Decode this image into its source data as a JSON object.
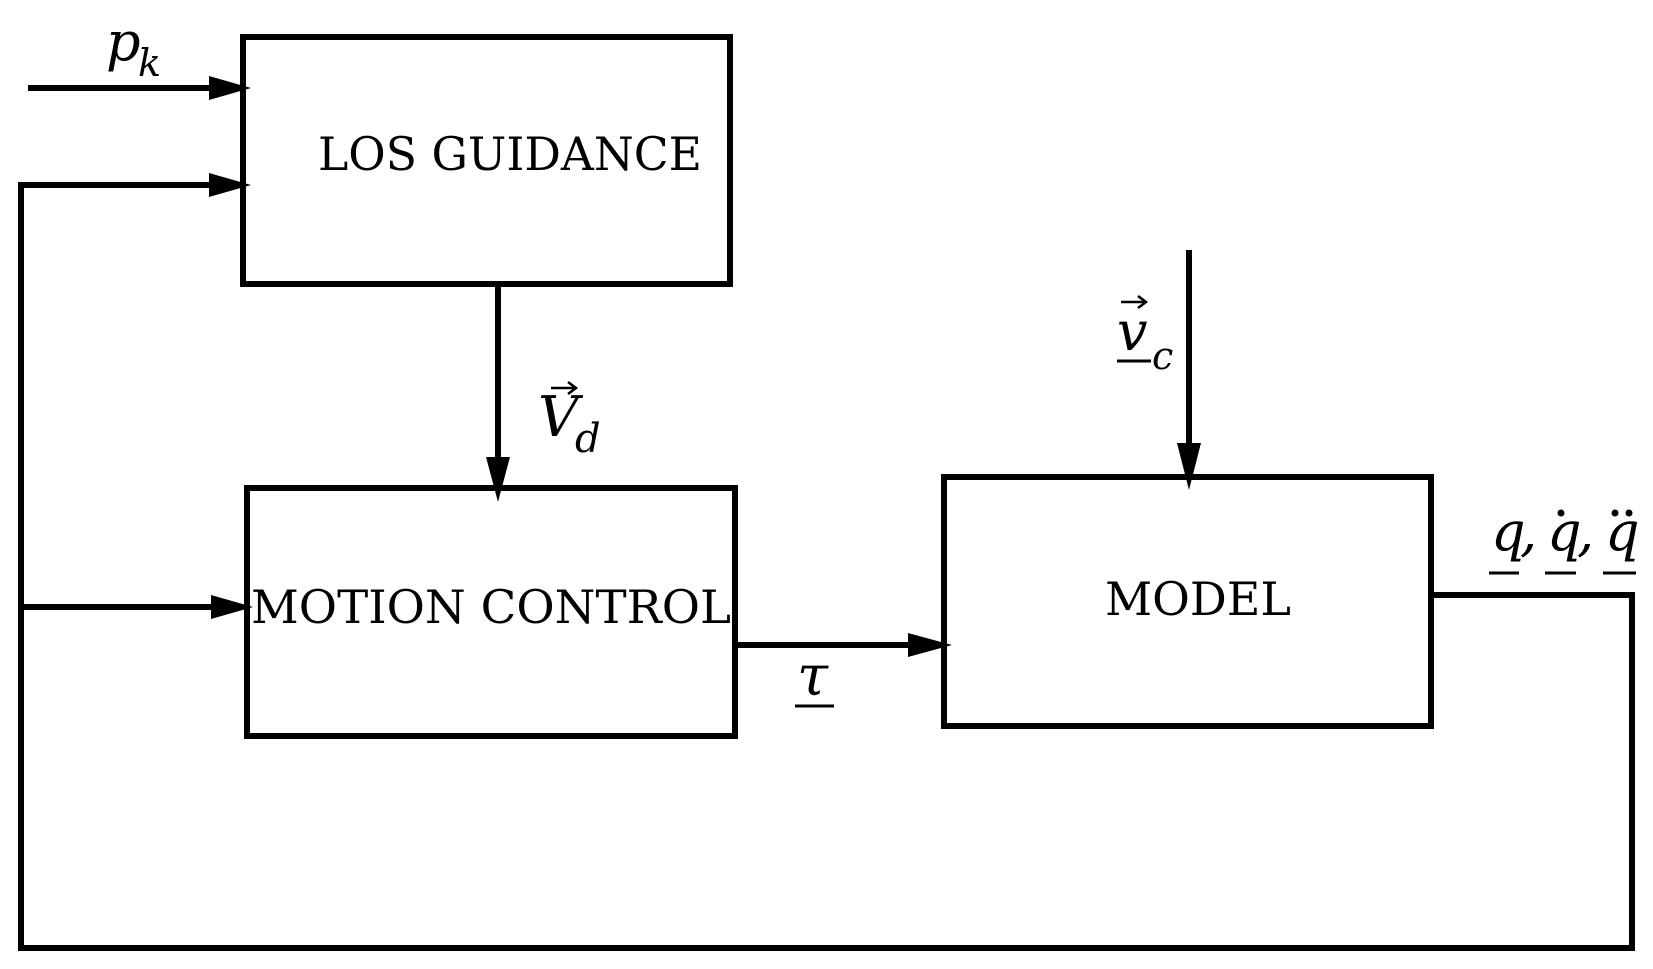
{
  "blocks": {
    "los_guidance": "LOS GUIDANCE",
    "motion_control": "MOTION CONTROL",
    "model": "MODEL"
  },
  "signals": {
    "waypoint": {
      "symbol": "p",
      "subscript": "k"
    },
    "desired_velocity": {
      "symbol": "V",
      "subscript": "d"
    },
    "control_force": {
      "symbol": "τ"
    },
    "current": {
      "symbol": "v",
      "subscript": "c"
    },
    "state_output": {
      "symbol_1": "q",
      "sep_1": ",",
      "symbol_2": "q",
      "sep_2": ",",
      "symbol_3": "q"
    }
  }
}
